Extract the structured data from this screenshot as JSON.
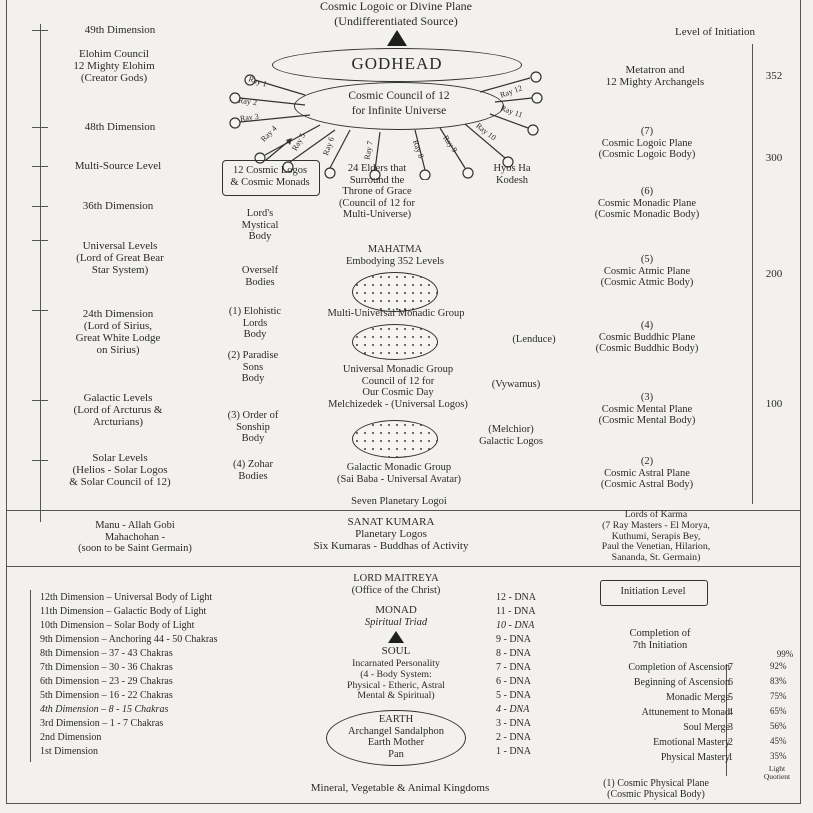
{
  "header": {
    "title_line1": "Cosmic Logoic or Divine Plane",
    "title_line2": "(Undifferentiated Source)",
    "level_of_initiation": "Level of Initiation"
  },
  "godhead": "GODHEAD",
  "council": {
    "line1": "Cosmic Council of 12",
    "line2": "for Infinite Universe"
  },
  "rays": [
    "Ray 1",
    "Ray 2",
    "Ray 3",
    "Ray 4",
    "Ray 5",
    "Ray 6",
    "Ray 7",
    "Ray 8",
    "Ray 9",
    "Ray 10",
    "Ray 11",
    "Ray 12"
  ],
  "left_levels": [
    {
      "text": "49th Dimension"
    },
    {
      "text": "Elohim Council\n12 Mighty Elohim\n(Creator Gods)"
    },
    {
      "text": "48th Dimension"
    },
    {
      "text": "Multi-Source Level"
    },
    {
      "text": "36th Dimension"
    },
    {
      "text": "Universal Levels\n(Lord of Great Bear\nStar System)"
    },
    {
      "text": "24th Dimension\n(Lord of Sirius,\nGreat White Lodge\non Sirius)"
    },
    {
      "text": "Galactic Levels\n(Lord of Arcturus &\nArcturians)"
    },
    {
      "text": "Solar Levels\n(Helios - Solar Logos\n& Solar Council of 12)"
    }
  ],
  "center_items": {
    "cosmic_logos": "12 Cosmic Logos\n& Cosmic Monads",
    "elders": "24 Elders that\nSurround the\nThrone of Grace\n(Council of 12 for\nMulti-Universe)",
    "hyos": "Hyos Ha\nKodesh",
    "lords_body": "Lord's\nMystical\nBody",
    "mahatma": "MAHATMA\nEmbodying 352 Levels",
    "overself": "Overself\nBodies",
    "elohistic": "(1) Elohistic\nLords\nBody",
    "multi_universal": "Multi-Universal Monadic Group",
    "lenduce": "(Lenduce)",
    "paradise": "(2) Paradise\nSons\nBody",
    "universal_monadic": "Universal Monadic Group\nCouncil of 12 for\nOur Cosmic Day\nMelchizedek - (Universal Logos)",
    "vywamus": "(Vywamus)",
    "sonship": "(3) Order of\nSonship\nBody",
    "melchior": "(Melchior)\nGalactic Logos",
    "zohar": "(4) Zohar\nBodies",
    "galactic_monadic": "Galactic Monadic Group\n(Sai Baba - Universal Avatar)",
    "seven_planetary": "Seven Planetary Logoi"
  },
  "right_planes": [
    {
      "text": "Metatron and\n12 Mighty Archangels"
    },
    {
      "text": "(7)\nCosmic Logoic Plane\n(Cosmic Logoic Body)"
    },
    {
      "text": "(6)\nCosmic Monadic Plane\n(Cosmic Monadic Body)"
    },
    {
      "text": "(5)\nCosmic Atmic Plane\n(Cosmic Atmic Body)"
    },
    {
      "text": "(4)\nCosmic Buddhic Plane\n(Cosmic Buddhic Body)"
    },
    {
      "text": "(3)\nCosmic Mental Plane\n(Cosmic Mental Body)"
    },
    {
      "text": "(2)\nCosmic Astral Plane\n(Cosmic Astral Body)"
    }
  ],
  "initiation_numbers": [
    "352",
    "300",
    "200",
    "100"
  ],
  "middle_band": {
    "left": "Manu - Allah Gobi\nMahachohan -\n(soon to be Saint Germain)",
    "center": "SANAT KUMARA\nPlanetary Logos\nSix Kumaras - Buddhas of Activity",
    "right": "Lords of Karma\n(7 Ray Masters - El Morya,\nKuthumi, Serapis Bey,\nPaul the Venetian, Hilarion,\nSananda, St. Germain)"
  },
  "lower": {
    "maitreya": "LORD MAITREYA\n(Office of the Christ)",
    "monad": "MONAD",
    "spiritual_triad": "Spiritual Triad",
    "soul": "SOUL",
    "incarnated": "Incarnated Personality\n(4 - Body System:\nPhysical - Etheric, Astral\nMental & Spiritual)",
    "earth": "EARTH\nArchangel Sandalphon\nEarth Mother\nPan",
    "kingdoms": "Mineral, Vegetable & Animal Kingdoms",
    "initiation_level_box": "Initiation Level",
    "completion_7th": "Completion of\n7th Initiation",
    "physical_plane": "(1) Cosmic Physical Plane\n(Cosmic Physical Body)",
    "light_quotient": "Light\nQuotient"
  },
  "dimensions": [
    "12th Dimension  –  Universal Body of Light",
    "11th Dimension  –  Galactic Body of Light",
    "10th Dimension  –  Solar Body of Light",
    "9th  Dimension  –  Anchoring 44 - 50 Chakras",
    "8th  Dimension  –  37 - 43 Chakras",
    "7th  Dimension  –  30 - 36 Chakras",
    "6th  Dimension  –  23 - 29 Chakras",
    "5th  Dimension  –  16 - 22 Chakras",
    "4th  Dimension  –  8 - 15 Chakras",
    "3rd  Dimension  –  1 - 7 Chakras",
    "2nd  Dimension",
    "1st  Dimension"
  ],
  "dna": [
    "12 - DNA",
    "11 - DNA",
    "10 - DNA",
    "9 - DNA",
    "8 - DNA",
    "7 - DNA",
    "6 - DNA",
    "5 - DNA",
    "4 - DNA",
    "3 - DNA",
    "2 - DNA",
    "1 - DNA"
  ],
  "initiations": [
    {
      "label": "Completion of Ascension",
      "num": "7",
      "pct": "92%"
    },
    {
      "label": "Beginning of Ascension",
      "num": "6",
      "pct": "83%"
    },
    {
      "label": "Monadic Merge",
      "num": "5",
      "pct": "75%"
    },
    {
      "label": "Attunement to Monad",
      "num": "4",
      "pct": "65%"
    },
    {
      "label": "Soul Merge",
      "num": "3",
      "pct": "56%"
    },
    {
      "label": "Emotional Mastery",
      "num": "2",
      "pct": "45%"
    },
    {
      "label": "Physical Mastery",
      "num": "1",
      "pct": "35%"
    }
  ],
  "top_pct": "99%"
}
